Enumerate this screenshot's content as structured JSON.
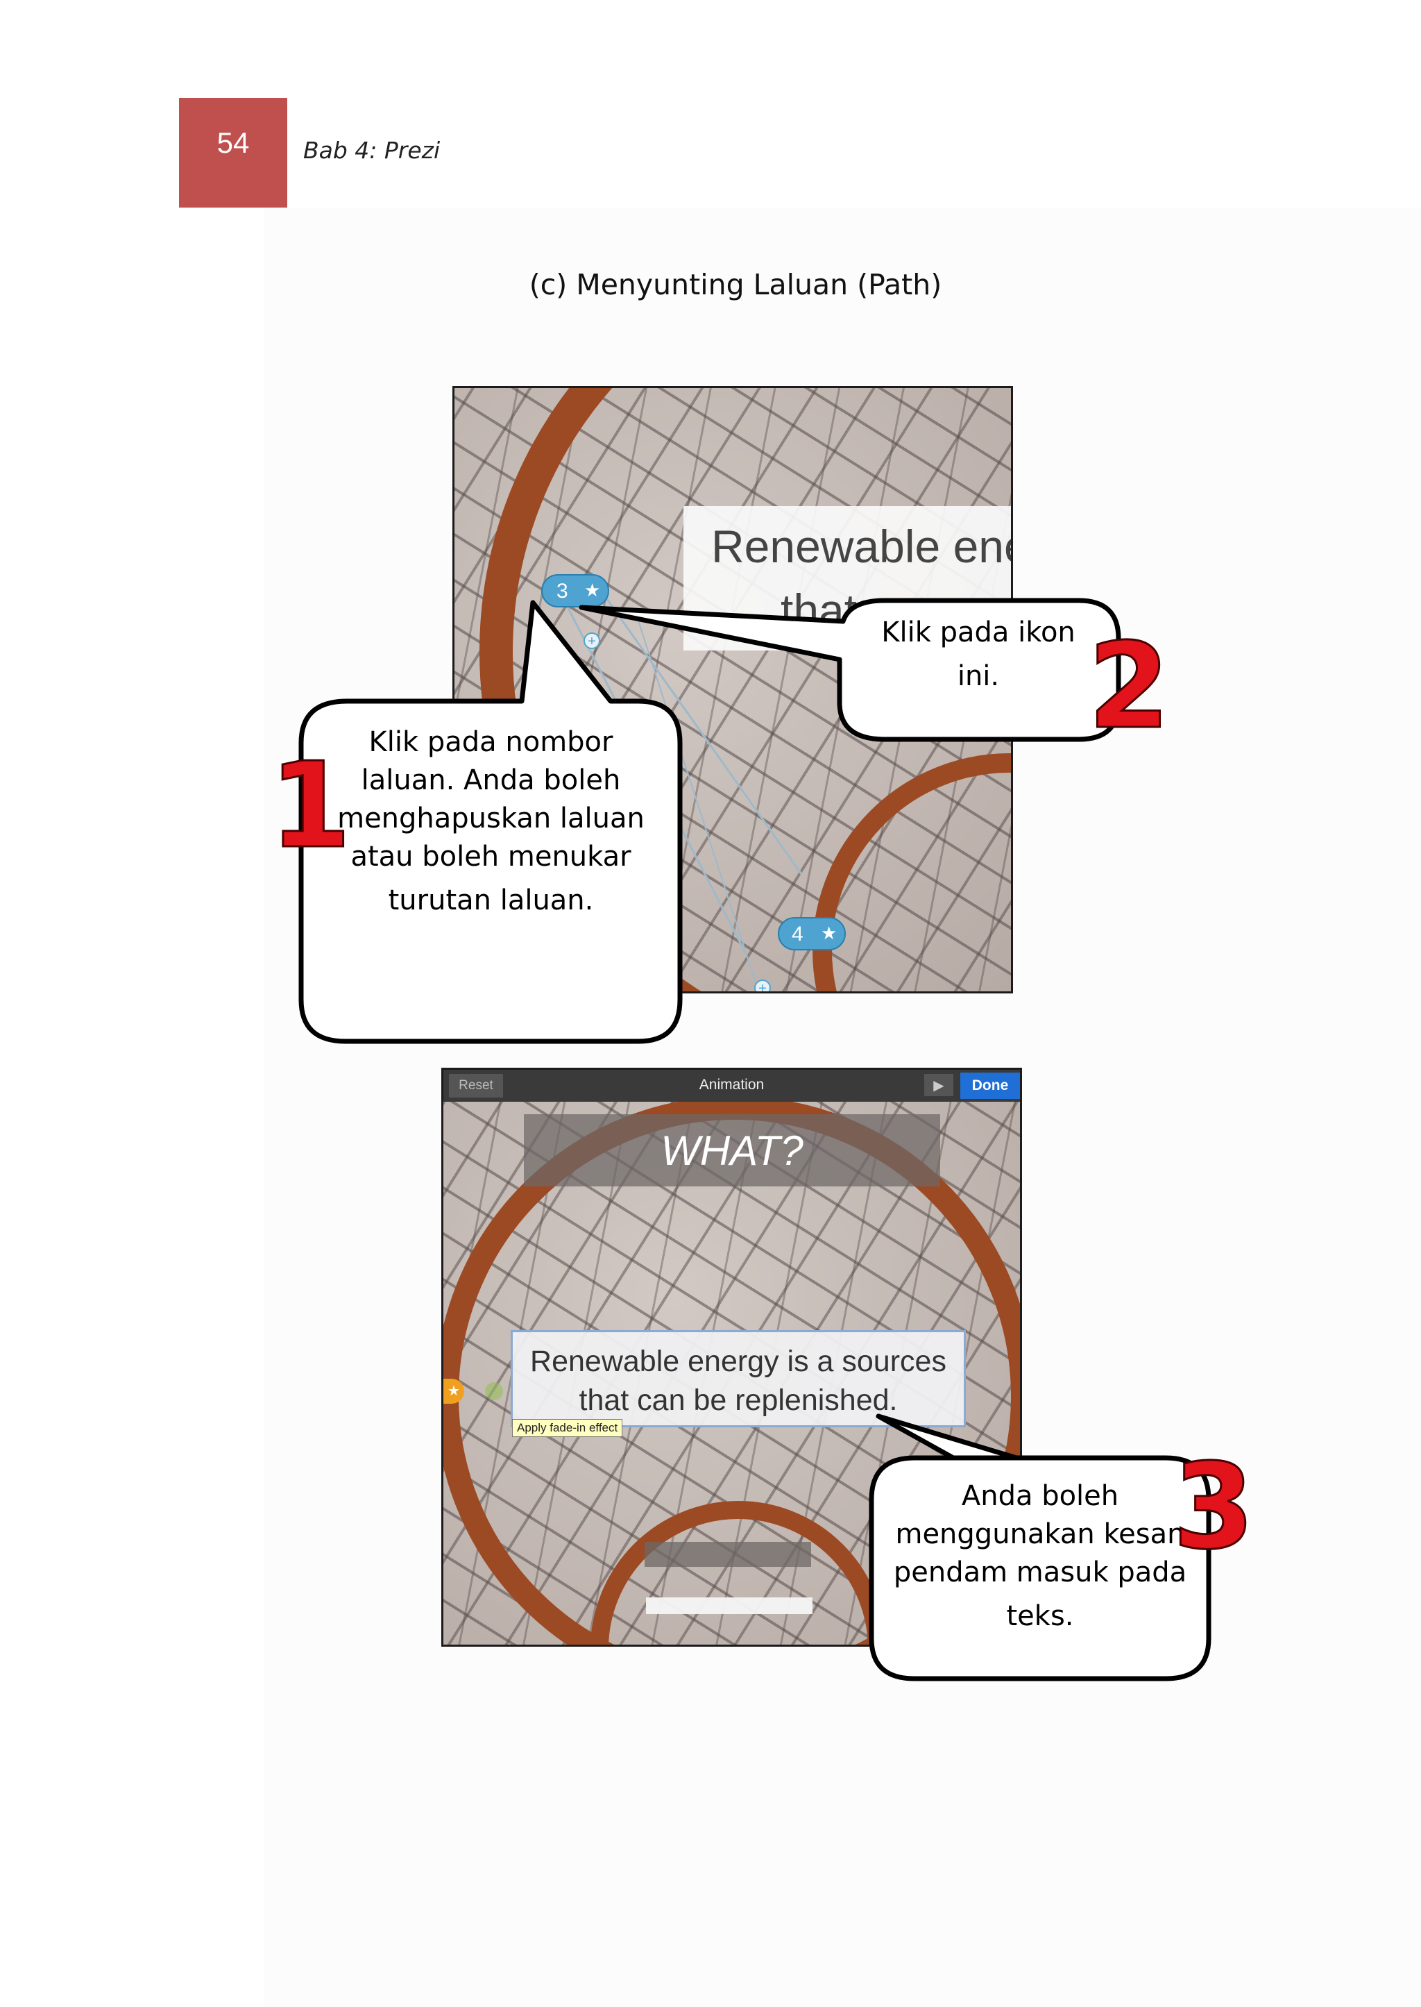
{
  "header": {
    "page_number": "54",
    "chapter": "Bab 4: Prezi"
  },
  "section_title": "(c) Menyunting Laluan (Path)",
  "screenshot1": {
    "slide_text": "Renewable ene",
    "slide_text_line2": "that",
    "path_step_a": "3",
    "path_step_b": "4"
  },
  "screenshot2": {
    "toolbar": {
      "reset_label": "Reset",
      "title": "Animation",
      "play_icon": "play-icon",
      "done_label": "Done"
    },
    "heading": "WHAT?",
    "body_line1": "Renewable energy is a sources",
    "body_line2": "that can be replenished.",
    "tooltip": "Apply fade-in effect"
  },
  "callouts": {
    "c1": {
      "number": "1",
      "lines": [
        "Klik pada nombor",
        "laluan. Anda boleh",
        "menghapuskan laluan",
        "atau boleh menukar",
        "turutan laluan."
      ]
    },
    "c2": {
      "number": "2",
      "lines": [
        "Klik pada ikon",
        "ini."
      ]
    },
    "c3": {
      "number": "3",
      "lines": [
        "Anda boleh",
        "menggunakan kesan",
        "pendam masuk pada",
        "teks."
      ]
    }
  },
  "colors": {
    "page_box": "#c0504d",
    "ring": "#9c4a24",
    "path_badge": "#4fa3d1",
    "done_button": "#1f6fd6",
    "callout_number": "#e3131b"
  }
}
